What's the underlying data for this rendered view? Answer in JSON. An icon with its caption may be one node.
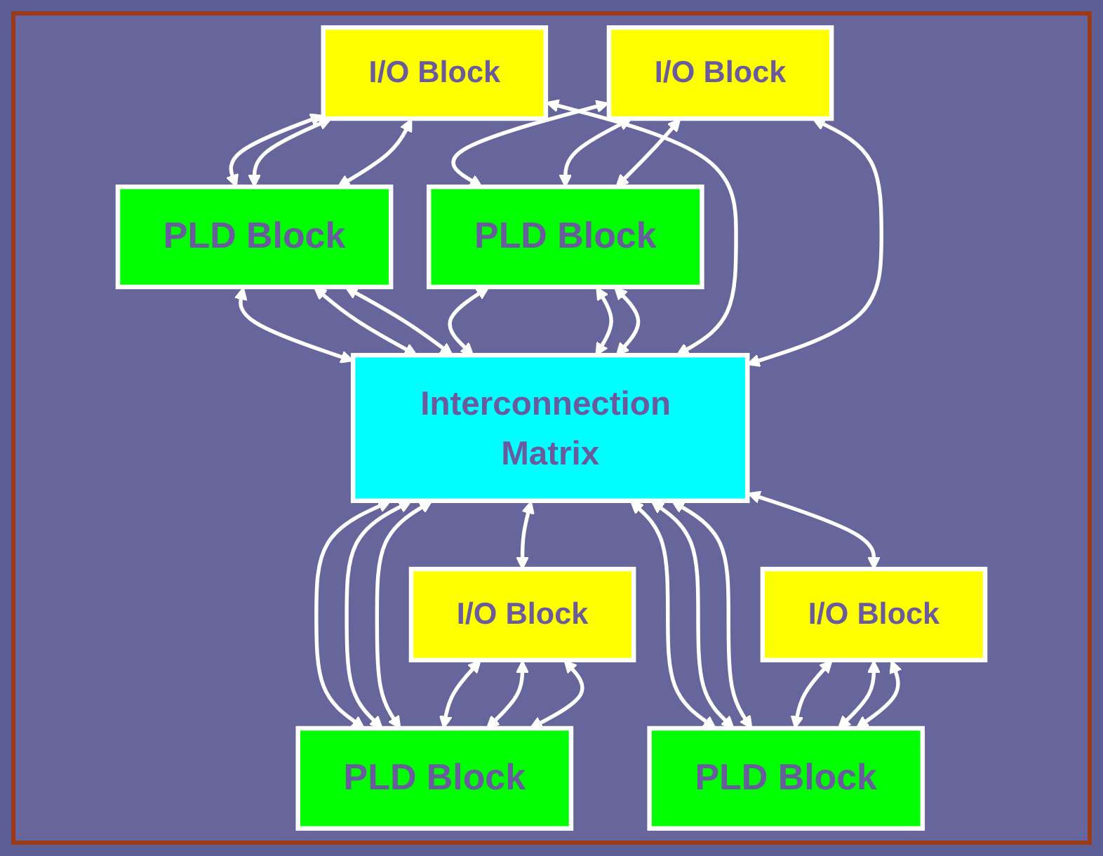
{
  "diagram": {
    "nodes": [
      {
        "text": [
          "I/O Block"
        ]
      },
      {
        "text": [
          "PLD Block"
        ]
      },
      {
        "text": [
          "PLD Block"
        ]
      },
      {
        "text": [
          "I/O Block"
        ]
      },
      {
        "text": [
          "Interconnection Matrix"
        ]
      },
      {
        "text": [
          "I/O Block"
        ]
      },
      {
        "text": [
          "PLD Block"
        ]
      },
      {
        "text": [
          "PLD Block"
        ]
      },
      {
        "text": [
          "I/O Block"
        ]
      }
    ],
    "edges": [
      {
        "from": 0,
        "to": 1,
        "arrow": "both"
      },
      {
        "from": 0,
        "to": 1,
        "arrow": "both"
      },
      {
        "from": 0,
        "to": 1,
        "arrow": "both"
      },
      {
        "from": 3,
        "to": 2,
        "arrow": "both"
      },
      {
        "from": 3,
        "to": 2,
        "arrow": "both"
      },
      {
        "from": 3,
        "to": 2,
        "arrow": "both"
      },
      {
        "from": 1,
        "to": 4,
        "arrow": "both"
      },
      {
        "from": 1,
        "to": 4,
        "arrow": "both"
      },
      {
        "from": 1,
        "to": 4,
        "arrow": "both"
      },
      {
        "from": 2,
        "to": 4,
        "arrow": "both"
      },
      {
        "from": 2,
        "to": 4,
        "arrow": "both"
      },
      {
        "from": 2,
        "to": 4,
        "arrow": "both"
      },
      {
        "from": 0,
        "to": 4,
        "arrow": "both"
      },
      {
        "from": 3,
        "to": 4,
        "arrow": "both"
      },
      {
        "from": 4,
        "to": 5,
        "arrow": "both"
      },
      {
        "from": 4,
        "to": 8,
        "arrow": "both"
      },
      {
        "from": 4,
        "to": 6,
        "arrow": "both"
      },
      {
        "from": 4,
        "to": 6,
        "arrow": "both"
      },
      {
        "from": 4,
        "to": 6,
        "arrow": "both"
      },
      {
        "from": 4,
        "to": 7,
        "arrow": "both"
      },
      {
        "from": 4,
        "to": 7,
        "arrow": "both"
      },
      {
        "from": 4,
        "to": 7,
        "arrow": "both"
      },
      {
        "from": 5,
        "to": 6,
        "arrow": "both"
      },
      {
        "from": 5,
        "to": 6,
        "arrow": "both"
      },
      {
        "from": 5,
        "to": 6,
        "arrow": "both"
      },
      {
        "from": 8,
        "to": 7,
        "arrow": "both"
      },
      {
        "from": 8,
        "to": 7,
        "arrow": "both"
      },
      {
        "from": 8,
        "to": 7,
        "arrow": "both"
      }
    ]
  }
}
